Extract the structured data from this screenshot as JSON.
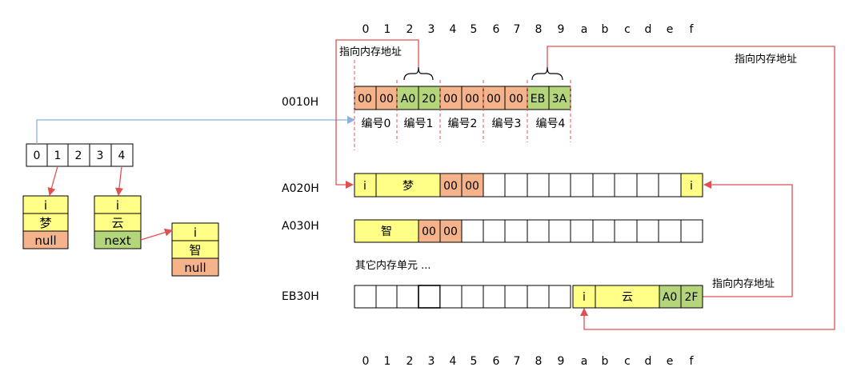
{
  "hex_header": [
    "0",
    "1",
    "2",
    "3",
    "4",
    "5",
    "6",
    "7",
    "8",
    "9",
    "a",
    "b",
    "c",
    "d",
    "e",
    "f"
  ],
  "index_array": [
    "0",
    "1",
    "2",
    "3",
    "4"
  ],
  "nodes": {
    "meng": [
      "i",
      "梦",
      "null"
    ],
    "yun": [
      "i",
      "云",
      "next"
    ],
    "zhi": [
      "i",
      "智",
      "null"
    ]
  },
  "rows": {
    "r0010": {
      "label": "0010H",
      "cells": [
        "00",
        "00",
        "A0",
        "20",
        "00",
        "00",
        "00",
        "00",
        "EB",
        "3A"
      ],
      "slots": [
        "编号0",
        "编号1",
        "编号2",
        "编号3",
        "编号4"
      ]
    },
    "rA020": {
      "label": "A020H",
      "head": "i",
      "char": "梦",
      "b1": "00",
      "b2": "00",
      "tail": "i"
    },
    "rA030": {
      "label": "A030H",
      "char": "智",
      "b1": "00",
      "b2": "00"
    },
    "other_units": "其它内存单元 ...",
    "rEB30": {
      "label": "EB30H",
      "head": "i",
      "char": "云",
      "b1": "A0",
      "b2": "2F"
    }
  },
  "annotations": {
    "pointer_left": "指向内存地址",
    "pointer_top_right": "指向内存地址",
    "pointer_mid_right": "指向内存地址"
  },
  "colors": {
    "orange": "#F5B38C",
    "green": "#B5D57B",
    "yellow": "#FFFF88",
    "red_arrow": "#E05050",
    "blue_arrow": "#8AB0DC"
  }
}
